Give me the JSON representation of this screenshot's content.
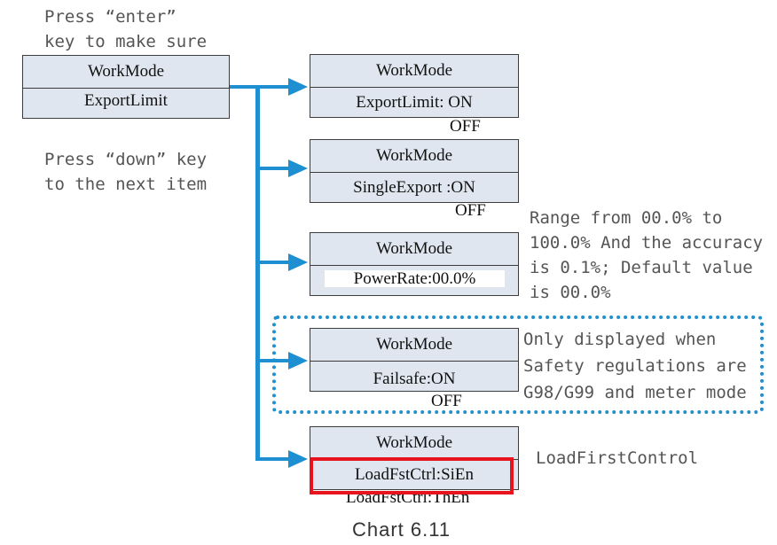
{
  "notes": {
    "press_enter": "Press “enter”\nkey to make sure",
    "press_down": "Press “down” key\nto the next item",
    "power_rate": "Range from 00.0% to\n100.0% And the accuracy\nis 0.1%; Default value\nis 00.0%",
    "failsafe": "Only displayed when\nSafety regulations are\nG98/G99 and meter mode",
    "load_first": "LoadFirstControl"
  },
  "main_menu": {
    "title": "WorkMode",
    "item": "ExportLimit"
  },
  "screens": {
    "export_limit": {
      "title": "WorkMode",
      "value": "ExportLimit: ON",
      "alt": "OFF"
    },
    "single_export": {
      "title": "WorkMode",
      "value": "SingleExport :ON",
      "alt": "OFF"
    },
    "power_rate": {
      "title": "WorkMode",
      "value": "PowerRate:00.0%"
    },
    "failsafe": {
      "title": "WorkMode",
      "value": "Failsafe:ON",
      "alt": "OFF"
    },
    "load_fst": {
      "title": "WorkMode",
      "value": "LoadFstCtrl:SiEn",
      "alt": "LoadFstCtrl:ThEn"
    }
  },
  "caption": "Chart 6.11",
  "colors": {
    "arrow": "#1e8fd0",
    "highlight": "#e8141d",
    "box_fill": "#dfe6ef"
  }
}
